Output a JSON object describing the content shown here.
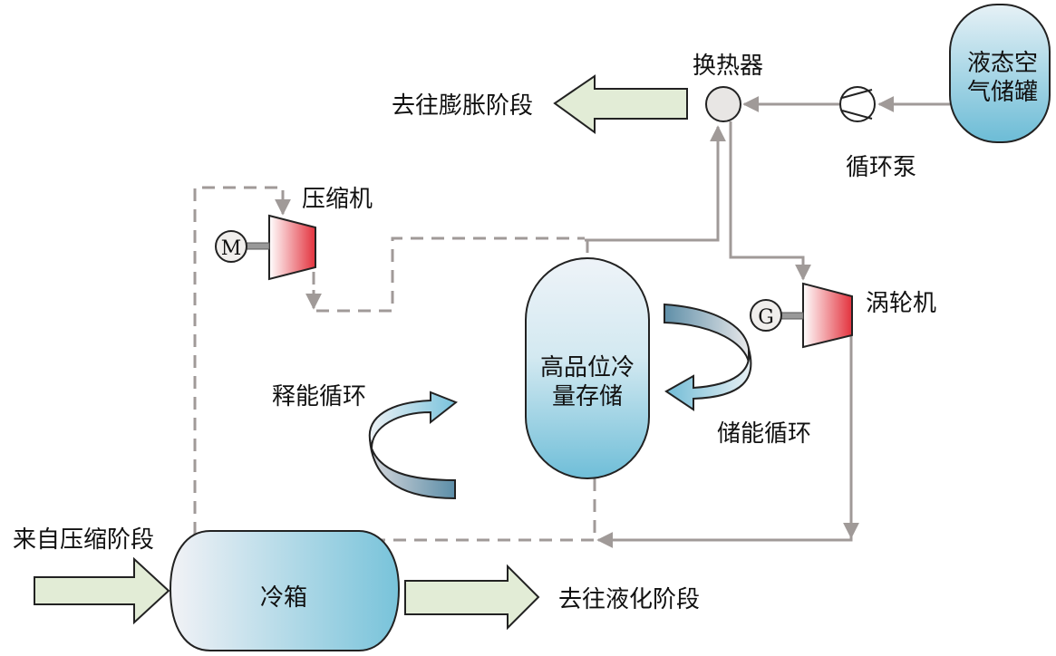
{
  "labels": {
    "heat_exchanger": "换热器",
    "to_expansion": "去往膨胀阶段",
    "liquid_air_tank_line1": "液态空",
    "liquid_air_tank_line2": "气储罐",
    "circulation_pump": "循环泵",
    "compressor": "压缩机",
    "motor_symbol": "M",
    "generator_symbol": "G",
    "turbine": "涡轮机",
    "cold_storage_line1": "高品位冷",
    "cold_storage_line2": "量存储",
    "discharge_cycle": "释能循环",
    "charge_cycle": "储能循环",
    "from_compression": "来自压缩阶段",
    "cold_box": "冷箱",
    "to_liquefaction": "去往液化阶段"
  },
  "colors": {
    "pipe_solid": "#a09a98",
    "pipe_dashed": "#a09a98",
    "flow_arrow_fill": "#e2ecd6",
    "tank_blue": "#7fc6dc",
    "machine_red": "#e5404a",
    "heat_exchanger_fill": "#e8e6e4"
  }
}
